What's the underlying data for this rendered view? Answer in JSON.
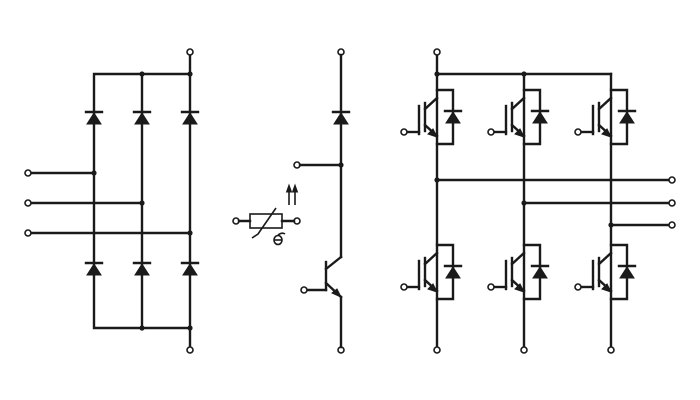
{
  "diagram": {
    "colors": {
      "line": "#1a1a1a",
      "background": "#ffffff"
    },
    "sections": [
      {
        "name": "rectifier-bridge",
        "icon": "diode",
        "count": 6,
        "inputs": 3
      },
      {
        "name": "brake-chopper",
        "icon": "igbt",
        "diodes": 1,
        "transistors": 1
      },
      {
        "name": "ntc-thermistor",
        "icon": "thermistor"
      },
      {
        "name": "inverter-bridge",
        "icon": "igbt",
        "count": 6,
        "outputs": 3
      }
    ]
  }
}
